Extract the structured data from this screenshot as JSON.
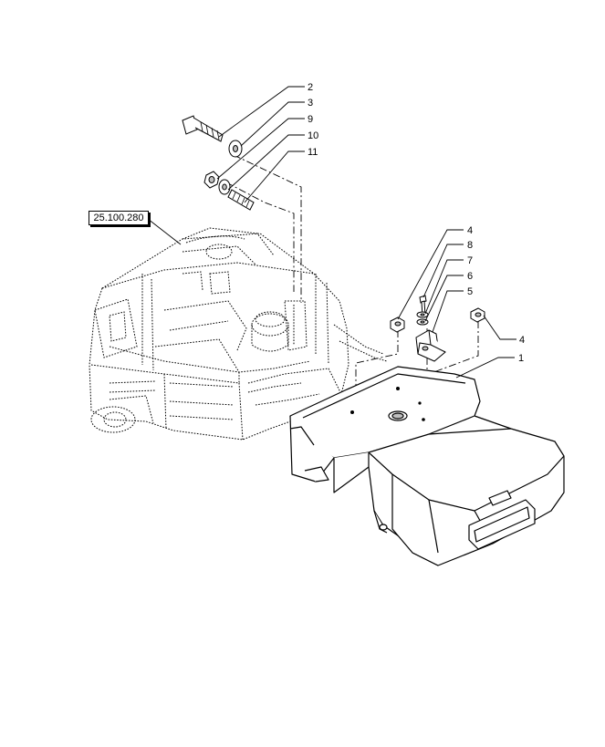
{
  "reference": {
    "label": "25.100.280"
  },
  "callouts": [
    {
      "id": "c2",
      "label": "2"
    },
    {
      "id": "c3",
      "label": "3"
    },
    {
      "id": "c9",
      "label": "9"
    },
    {
      "id": "c10",
      "label": "10"
    },
    {
      "id": "c11",
      "label": "11"
    },
    {
      "id": "c4a",
      "label": "4"
    },
    {
      "id": "c8",
      "label": "8"
    },
    {
      "id": "c7",
      "label": "7"
    },
    {
      "id": "c6",
      "label": "6"
    },
    {
      "id": "c5",
      "label": "5"
    },
    {
      "id": "c4b",
      "label": "4"
    },
    {
      "id": "c1",
      "label": "1"
    }
  ],
  "colors": {
    "ink": "#000000",
    "background": "#ffffff",
    "part_shade": "#bfbfbf"
  }
}
